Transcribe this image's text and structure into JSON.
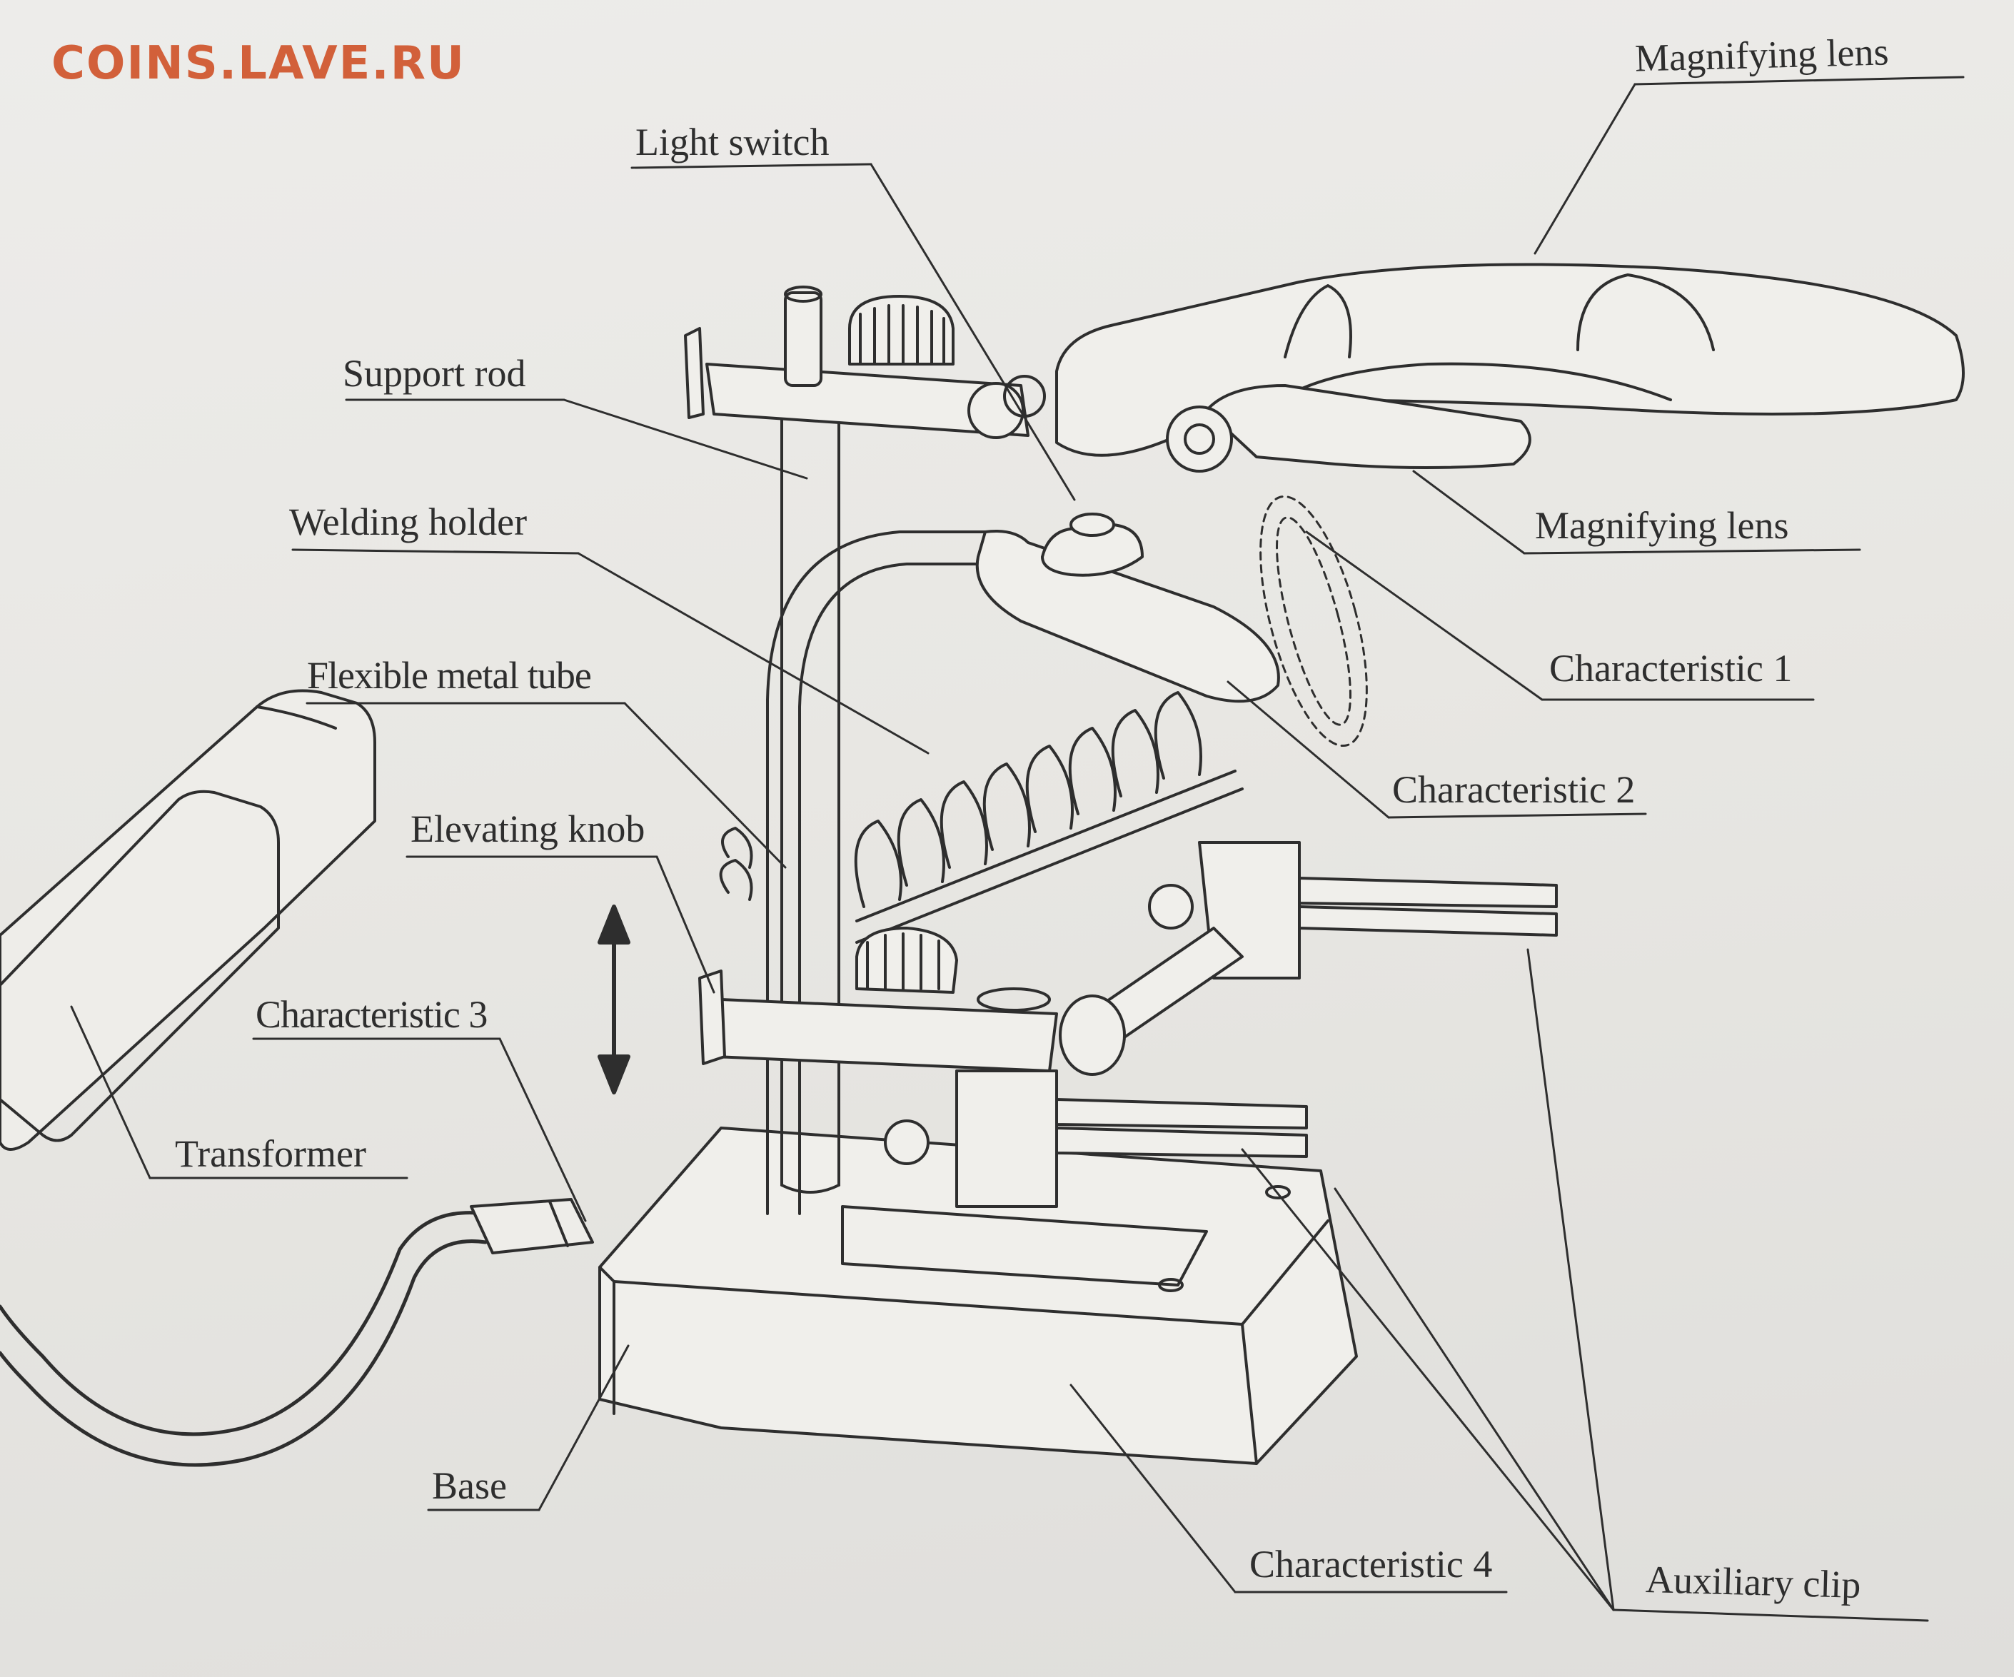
{
  "watermark": "COINS.LAVE.RU",
  "labels": {
    "magnifying_lens_top": "Magnifying lens",
    "light_switch": "Light switch",
    "support_rod": "Support rod",
    "welding_holder": "Welding holder",
    "flexible_metal_tube": "Flexible metal tube",
    "elevating_knob": "Elevating knob",
    "characteristic_3": "Characteristic 3",
    "transformer": "Transformer",
    "base": "Base",
    "magnifying_lens_small": "Magnifying lens",
    "characteristic_1": "Characteristic 1",
    "characteristic_2": "Characteristic 2",
    "characteristic_4": "Characteristic 4",
    "auxiliary_clip": "Auxiliary clip"
  },
  "colors": {
    "paper": "#e9e8e4",
    "ink": "#2e2e2e",
    "watermark": "#d2603a"
  }
}
